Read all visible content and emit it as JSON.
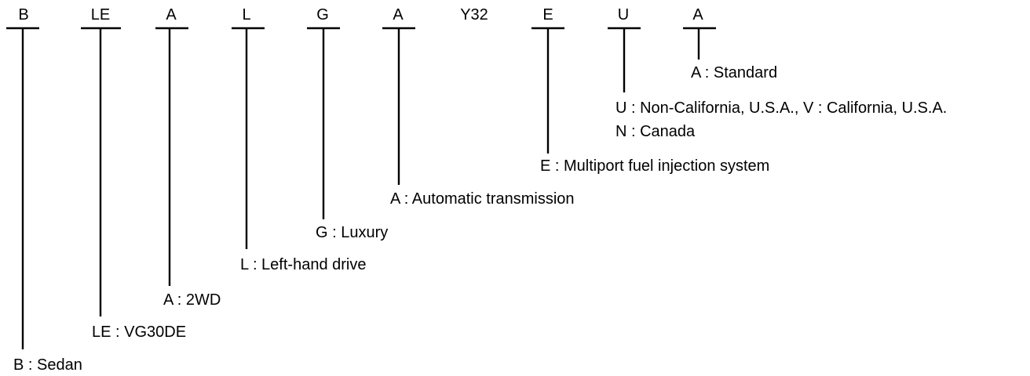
{
  "model_code": {
    "segments": [
      {
        "code": "B",
        "description": [
          "B : Sedan"
        ]
      },
      {
        "code": "LE",
        "description": [
          "LE : VG30DE"
        ]
      },
      {
        "code": "A",
        "description": [
          "A : 2WD"
        ]
      },
      {
        "code": "L",
        "description": [
          "L : Left-hand drive"
        ]
      },
      {
        "code": "G",
        "description": [
          "G : Luxury"
        ]
      },
      {
        "code": "A",
        "description": [
          "A : Automatic transmission"
        ]
      },
      {
        "code": "Y32",
        "description": []
      },
      {
        "code": "E",
        "description": [
          "E : Multiport fuel injection system"
        ]
      },
      {
        "code": "U",
        "description": [
          "U : Non-California, U.S.A., V : California, U.S.A.",
          "N : Canada"
        ]
      },
      {
        "code": "A",
        "description": [
          "A : Standard"
        ]
      }
    ]
  }
}
